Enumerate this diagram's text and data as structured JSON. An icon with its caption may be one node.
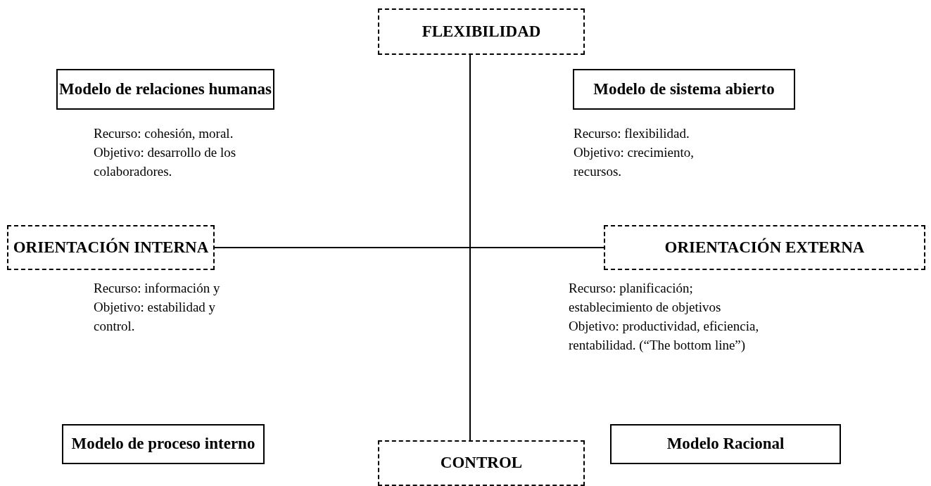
{
  "diagram": {
    "nodes": [
      {
        "text": [
          "FLEXIBILIDAD"
        ]
      },
      {
        "text": [
          "Modelo de relaciones humanas"
        ]
      },
      {
        "text": [
          "Modelo de sistema abierto"
        ]
      },
      {
        "text": [
          "ORIENTACIÓN INTERNA"
        ]
      },
      {
        "text": [
          "ORIENTACIÓN EXTERNA"
        ]
      },
      {
        "text": [
          "Modelo de proceso interno"
        ]
      },
      {
        "text": [
          "Modelo Racional"
        ]
      },
      {
        "text": [
          "CONTROL"
        ]
      }
    ],
    "edges": [
      {
        "from": 0,
        "to": 7,
        "arrow": "none"
      },
      {
        "from": 3,
        "to": 4,
        "arrow": "none"
      }
    ],
    "labels": [
      "Recurso: cohesión, moral.",
      "Objetivo: desarrollo de los colaboradores.",
      "Recurso: flexibilidad.",
      "Objetivo: crecimiento, recursos.",
      "Recurso: información y",
      "Objetivo: estabilidad y control.",
      "Recurso: planificación; establecimiento de objetivos",
      "Objetivo: productividad, eficiencia, rentabilidad. (“The bottom line”)"
    ]
  }
}
